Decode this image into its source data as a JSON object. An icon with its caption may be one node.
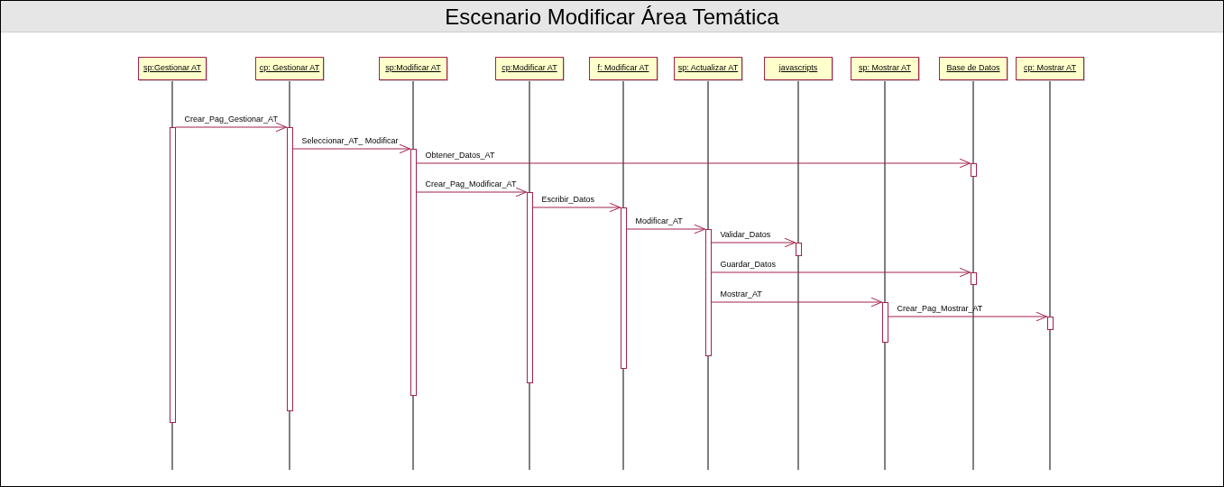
{
  "diagram": {
    "title": "Escenario Modificar Área Temática",
    "nodes": [
      {
        "text": [
          "sp:Gestionar AT"
        ]
      },
      {
        "text": [
          "cp: Gestionar AT"
        ]
      },
      {
        "text": [
          "sp:Modificar AT"
        ]
      },
      {
        "text": [
          "cp:Modificar AT"
        ]
      },
      {
        "text": [
          "f: Modificar AT"
        ]
      },
      {
        "text": [
          "sp: Actualizar AT"
        ]
      },
      {
        "text": [
          "javascripts"
        ]
      },
      {
        "text": [
          "sp: Mostrar AT"
        ]
      },
      {
        "text": [
          "Base de Datos"
        ]
      },
      {
        "text": [
          "cp: Mostrar AT"
        ]
      },
      {
        "text": [],
        "shape": "bar"
      },
      {
        "text": [],
        "shape": "bar"
      },
      {
        "text": [],
        "shape": "bar"
      },
      {
        "text": [],
        "shape": "bar"
      },
      {
        "text": [],
        "shape": "bar"
      },
      {
        "text": [],
        "shape": "bar"
      },
      {
        "text": [],
        "shape": "bar"
      },
      {
        "text": [],
        "shape": "bar"
      },
      {
        "text": [],
        "shape": "bar"
      },
      {
        "text": [],
        "shape": "bar"
      },
      {
        "text": [],
        "shape": "bar"
      }
    ],
    "edges": [
      {
        "from": 10,
        "to": 11,
        "arrow": "to",
        "label": "Crear_Pag_Gestionar_AT"
      },
      {
        "from": 11,
        "to": 12,
        "arrow": "to",
        "label": "Seleccionar_AT_ Modificar"
      },
      {
        "from": 12,
        "to": 13,
        "arrow": "to",
        "label": "Obtener_Datos_AT"
      },
      {
        "from": 12,
        "to": 14,
        "arrow": "to",
        "label": "Crear_Pag_Modificar_AT"
      },
      {
        "from": 14,
        "to": 15,
        "arrow": "to",
        "label": "Escribir_Datos"
      },
      {
        "from": 15,
        "to": 16,
        "arrow": "to",
        "label": "Modificar_AT"
      },
      {
        "from": 16,
        "to": 17,
        "arrow": "to",
        "label": "Validar_Datos"
      },
      {
        "from": 16,
        "to": 18,
        "arrow": "to",
        "label": "Guardar_Datos"
      },
      {
        "from": 16,
        "to": 19,
        "arrow": "to",
        "label": "Mostrar_AT"
      },
      {
        "from": 19,
        "to": 20,
        "arrow": "to",
        "label": "Crear_Pag_Mostrar_AT"
      }
    ]
  }
}
